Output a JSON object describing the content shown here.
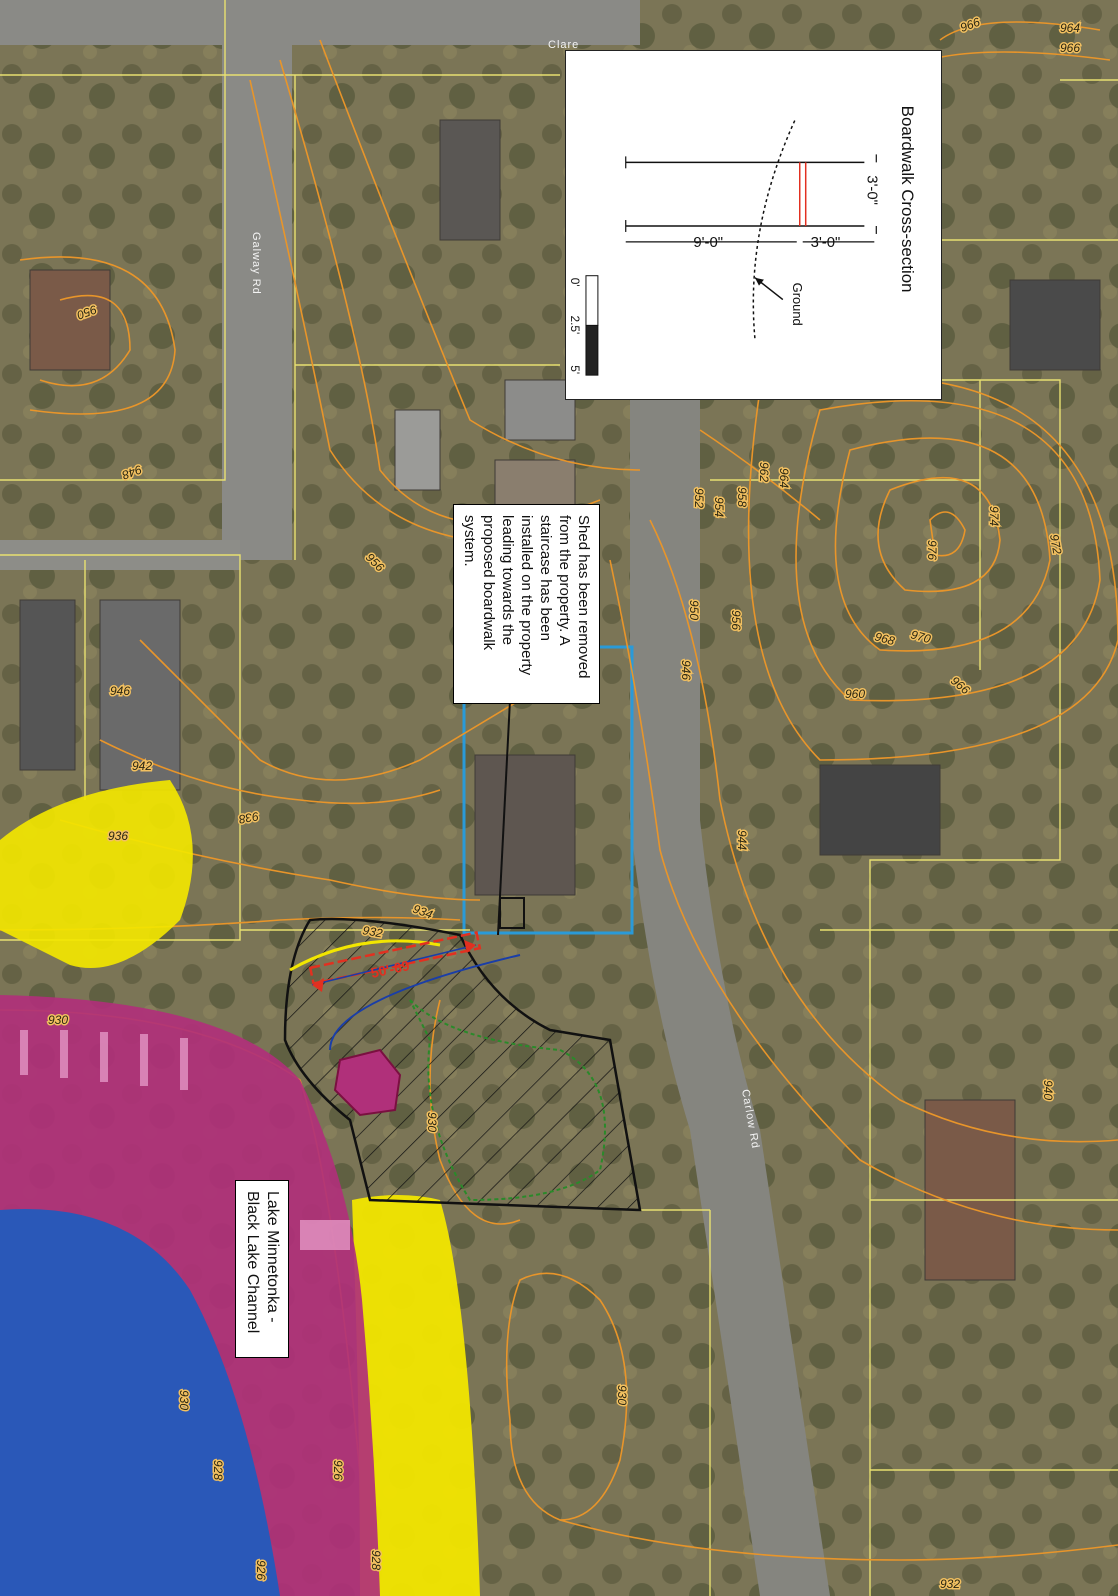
{
  "map": {
    "road_labels": {
      "top_road": "Clare",
      "galway": "Galway Rd",
      "carlow": "Carlow Rd"
    },
    "contours": [
      "966",
      "964",
      "966",
      "950",
      "948",
      "956",
      "952",
      "954",
      "958",
      "962",
      "964",
      "974",
      "972",
      "976",
      "970",
      "968",
      "966",
      "960",
      "950",
      "956",
      "946",
      "946",
      "942",
      "938",
      "936",
      "944",
      "934",
      "932",
      "930",
      "930",
      "940",
      "930",
      "930",
      "928",
      "926",
      "926",
      "928",
      "932"
    ],
    "annotations": {
      "shed_note": "Shed has been removed from the property. A staircase has been installed on the property leading towards the proposed boardwalk system.",
      "lake_label": "Lake Minnetonka - Black Lake Channel",
      "dimension_label": "50'-69"
    },
    "inset": {
      "title": "Boardwalk Cross-section",
      "width_label": "3'-0\"",
      "span_label": "9'-0\"",
      "height_label": "3'-0\"",
      "ground_label": "Ground",
      "scale": [
        "0'",
        "2.5'",
        "5'"
      ]
    },
    "colors": {
      "contour": "#e8952a",
      "parcel": "#e8e070",
      "wetland_magenta": "#b0307a",
      "water": "#2a58b8",
      "buffer_yellow": "#f2e600",
      "boardwalk": "#e23020",
      "blue_outline": "#2a9ad8",
      "wetland_edge": "#2a8a2a"
    }
  }
}
